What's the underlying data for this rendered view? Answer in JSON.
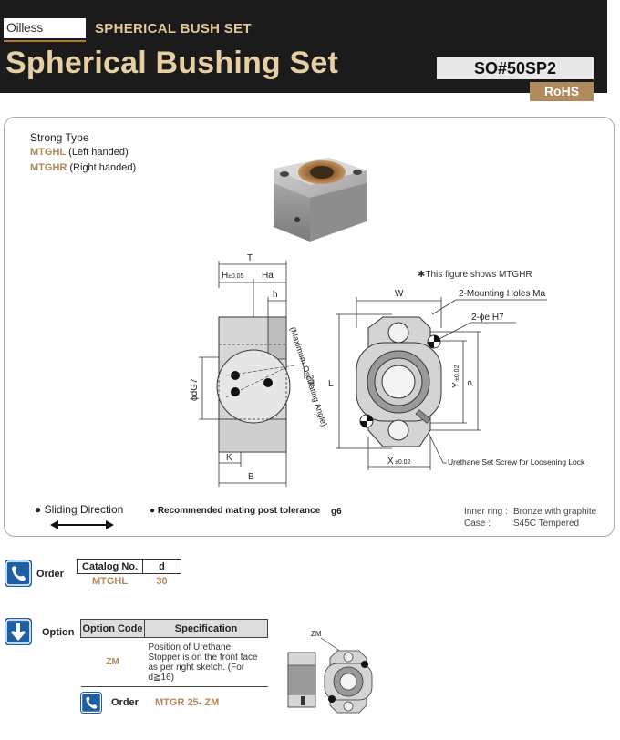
{
  "header": {
    "brand": "Oilless",
    "category": "SPHERICAL BUSH SET",
    "title": "Spherical Bushing Set",
    "model": "SO#50SP2",
    "badge": "RoHS"
  },
  "product": {
    "type": "Strong Type",
    "variants": [
      {
        "code": "MTGHL",
        "desc": "(Left handed)"
      },
      {
        "code": "MTGHR",
        "desc": "(Right handed)"
      }
    ],
    "figure_note": "This figure shows MTGHR"
  },
  "drawing_labels": {
    "T": "T",
    "H": "H",
    "H_tol": "±0.05",
    "Ha": "Ha",
    "h": "h",
    "dG7": "ϕdG7",
    "angle": "20°",
    "angle_caption": "(Maximum Oscillating Angle)",
    "K": "K",
    "B": "B",
    "W": "W",
    "L": "L",
    "mounting": "2-Mounting Holes Ma",
    "pin": "2-ϕe H7",
    "Y": "Y",
    "Y_tol": "±0.02",
    "P": "P",
    "X": "X",
    "X_tol": "±0.02",
    "screw": "Urethane Set Screw for Loosening Lock",
    "zm": "ZM"
  },
  "notes": {
    "sliding": "Sliding Direction",
    "mating": "Recommended mating post tolerance",
    "tolerance": "g6",
    "materials": [
      {
        "label": "Inner ring :",
        "value": "Bronze with graphite"
      },
      {
        "label": "Case :",
        "value": "S45C Tempered"
      }
    ]
  },
  "order": {
    "label": "Order",
    "headers": [
      "Catalog No.",
      "d"
    ],
    "row": [
      "MTGHL",
      "30"
    ]
  },
  "option": {
    "label": "Option",
    "headers": [
      "Option Code",
      "Specification"
    ],
    "code": "ZM",
    "spec": "Position of Urethane Stopper is on the front face as per right sketch. (For d≧16)",
    "order_label": "Order",
    "order_example": "MTGR 25- ZM"
  },
  "colors": {
    "accent": "#b08a5c",
    "header_bg": "#1b1b1b",
    "icon_blue": "#1e5fa3"
  }
}
